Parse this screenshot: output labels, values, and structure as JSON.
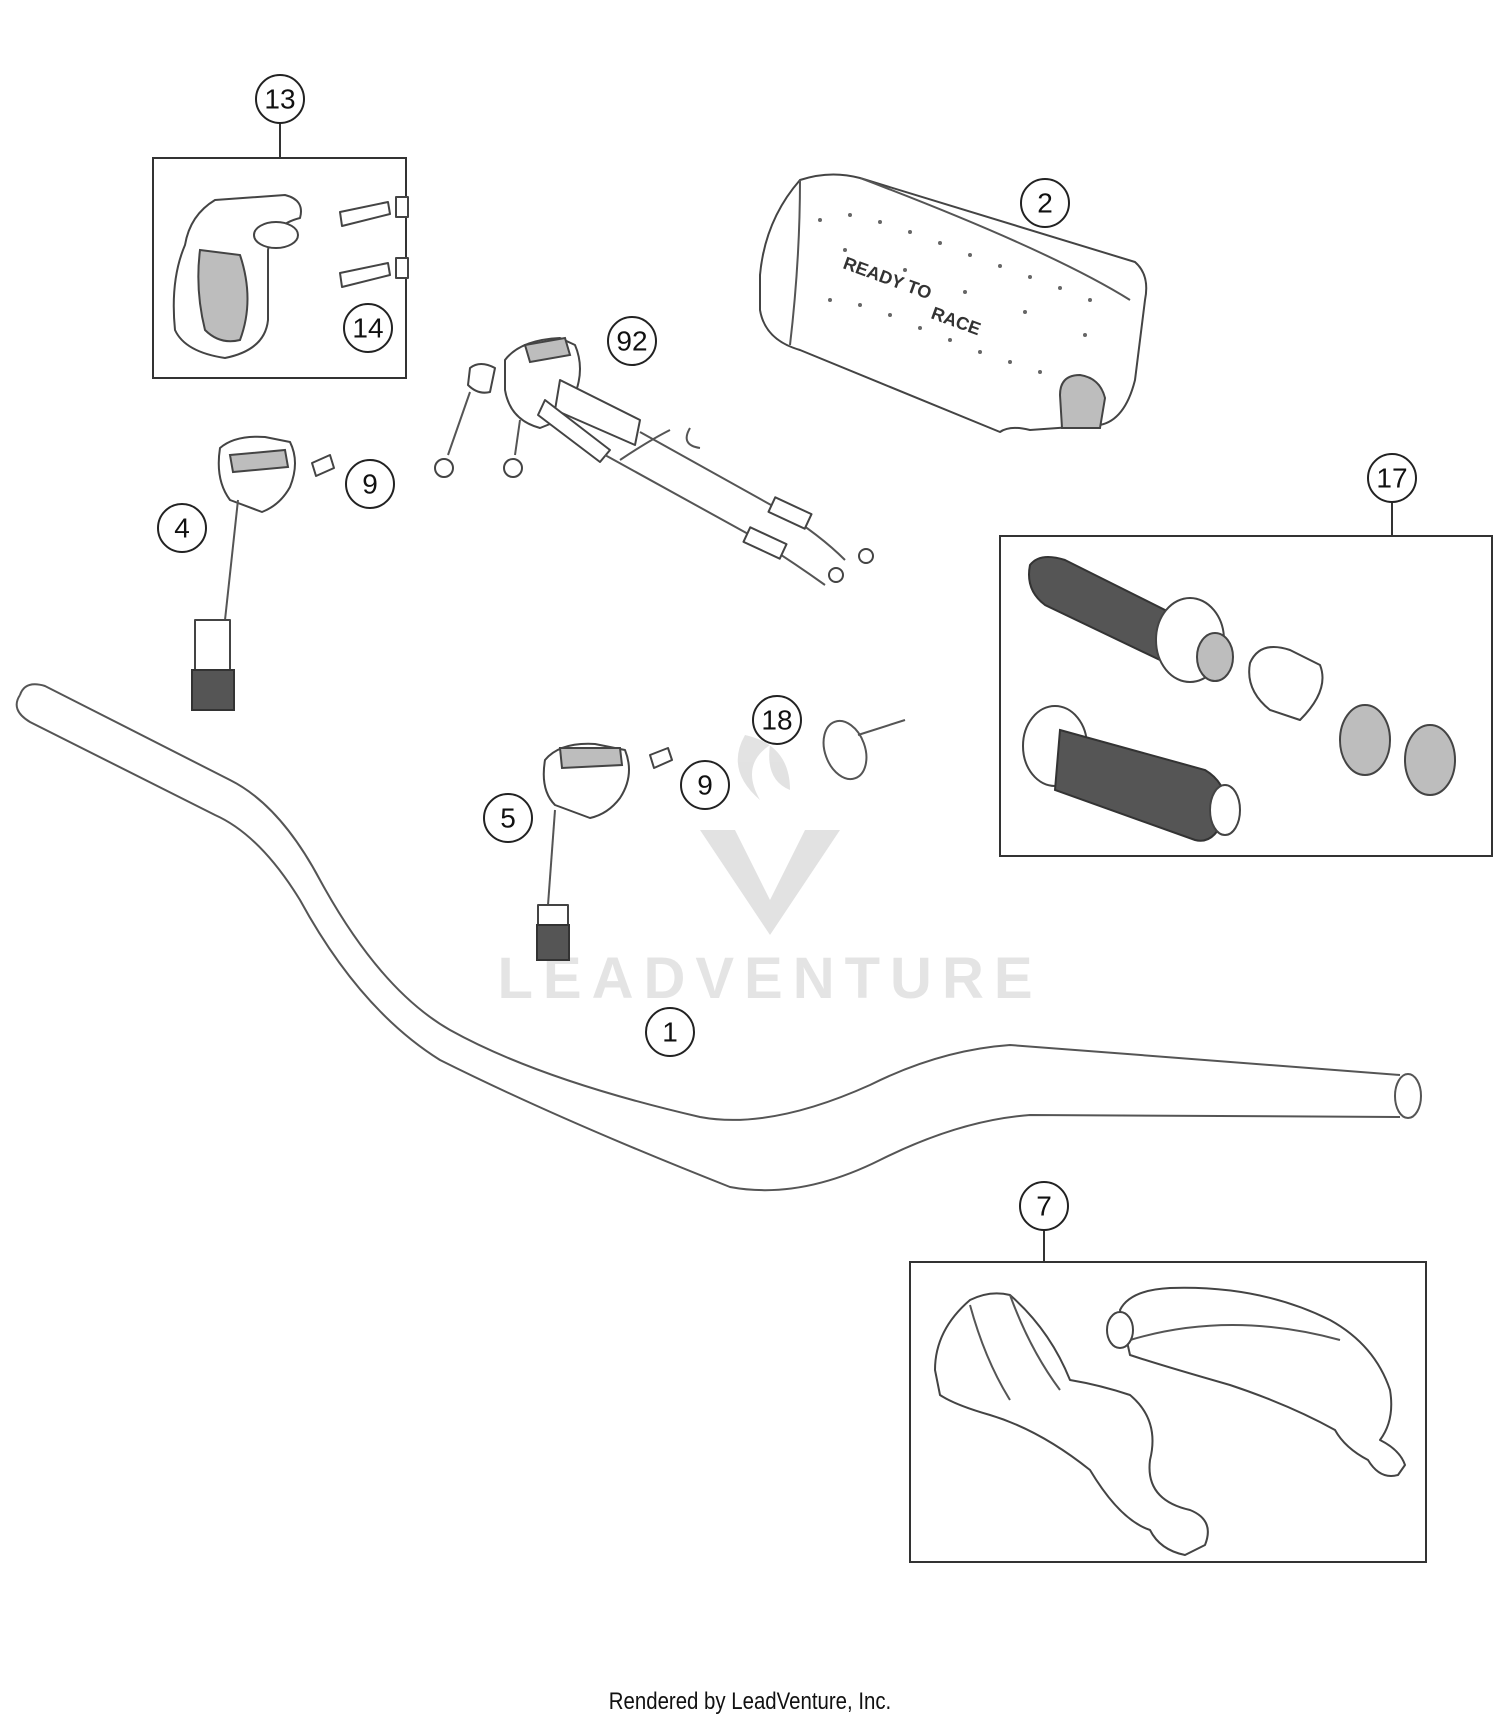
{
  "callouts": {
    "c13": "13",
    "c14": "14",
    "c2": "2",
    "c92": "92",
    "c9a": "9",
    "c4": "4",
    "c17": "17",
    "c18": "18",
    "c9b": "9",
    "c5": "5",
    "c1": "1",
    "c7": "7"
  },
  "pad_text": {
    "line1": "READY TO",
    "line2": "RACE"
  },
  "watermark": "LEADVENTURE",
  "footer": "Rendered by LeadVenture, Inc."
}
